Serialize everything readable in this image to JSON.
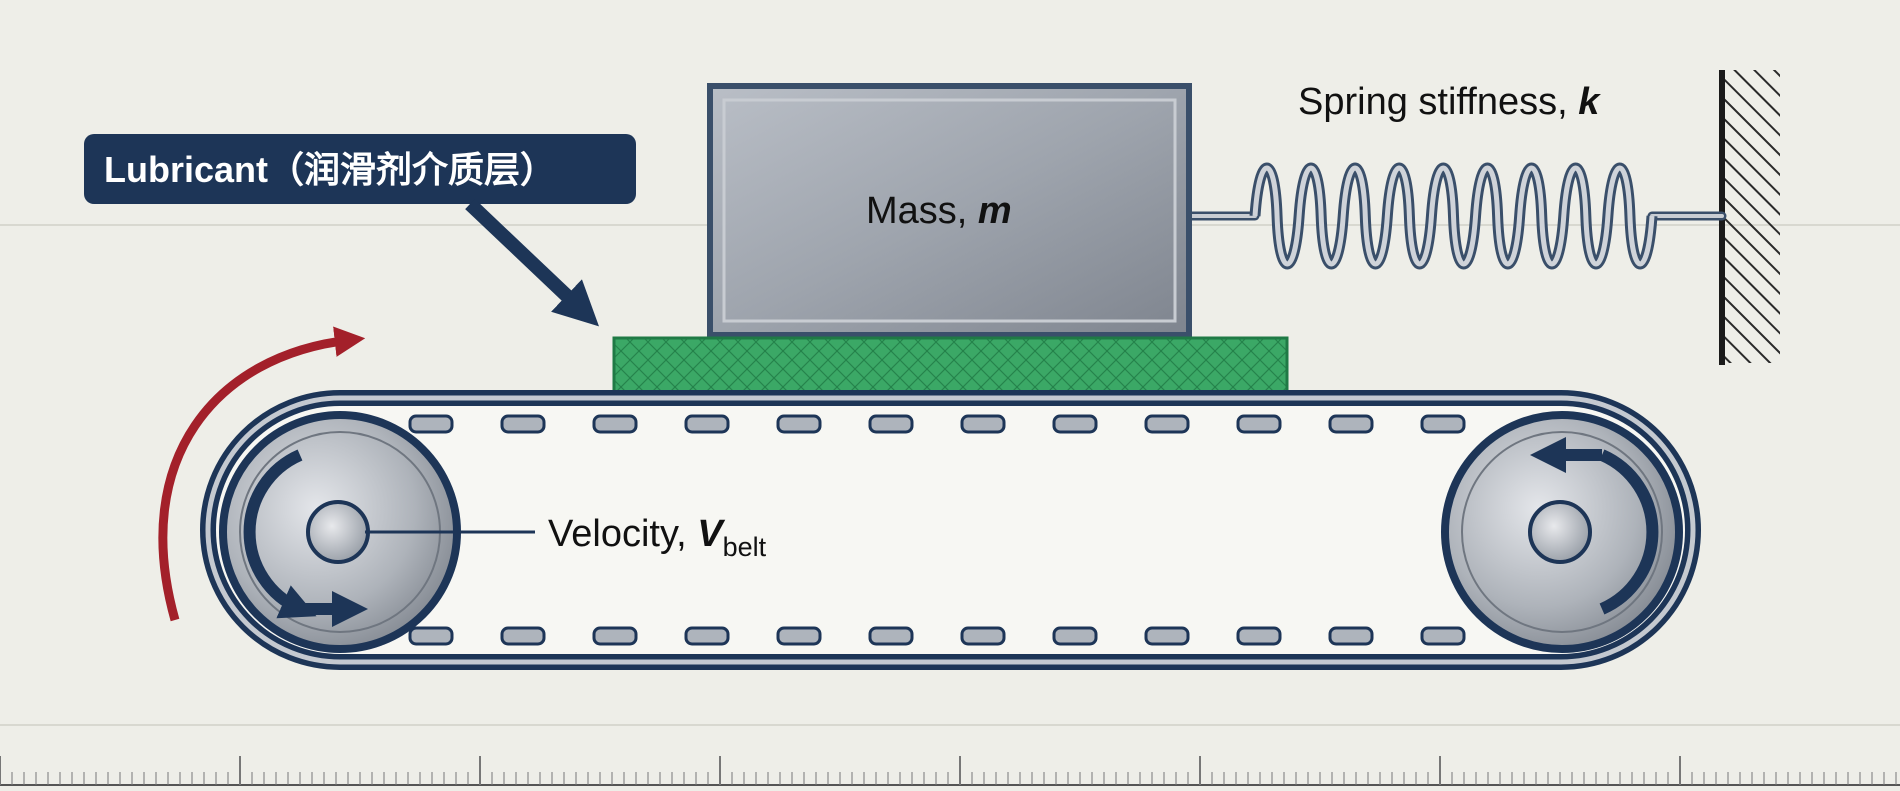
{
  "labels": {
    "lubricant": "Lubricant（润滑剂介质层）",
    "mass_prefix": "Mass, ",
    "mass_symbol": "m",
    "spring_prefix": "Spring stiffness, ",
    "spring_symbol": "k",
    "velocity_prefix": "Velocity, ",
    "velocity_symbol": "V",
    "velocity_subscript": "belt"
  },
  "colors": {
    "background": "#eeeee8",
    "navy": "#1d3557",
    "lubricant_green": "#3ba866",
    "motion_arrow_red": "#a3202a",
    "metal": "#9aa1aa"
  },
  "icons": {
    "left_pulley_rotation": "rotate-clockwise-arrow-icon",
    "right_pulley_rotation": "rotate-counterclockwise-arrow-icon",
    "belt_motion": "curved-arrow-icon"
  }
}
